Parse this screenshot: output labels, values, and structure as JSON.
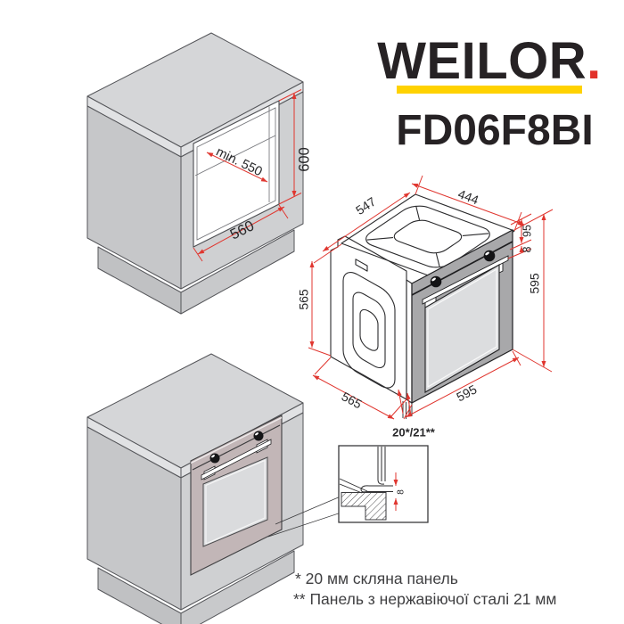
{
  "brand": {
    "name": "WEILOR",
    "dot": ".",
    "model": "FD06F8BI",
    "underline_color": "#FFD200",
    "dot_color": "#E2312A",
    "text_color": "#262224"
  },
  "niche": {
    "depth_label": "min. 550",
    "height_label": "600",
    "width_label": "560"
  },
  "oven_dims": {
    "top_depth": "547",
    "top_width": "444",
    "panel_height": "95",
    "panel_offset": "8",
    "front_height": "595",
    "body_height": "565",
    "body_depth": "565",
    "front_width": "595",
    "door_thickness": "20*/21**"
  },
  "detail": {
    "gap": "8"
  },
  "footnotes": {
    "note_glass": "* 20 мм скляна панель",
    "note_steel": "** Панель з нержавіючої сталі 21 мм"
  },
  "colors": {
    "dimension_red": "#E0362F",
    "cabinet_gray": "#CFD0D2",
    "oven_front_gray": "#A8A8AA",
    "installed_oven_front": "#C2B6B7",
    "glass_gray": "#DCDDDF"
  }
}
